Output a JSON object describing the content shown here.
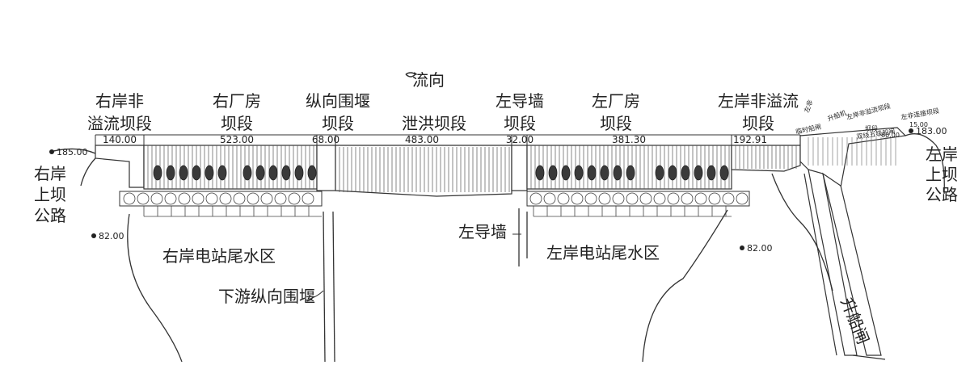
{
  "flow_label": "流向",
  "sections": [
    {
      "line1": "右岸非",
      "line2": "溢流坝段",
      "length": "140.00"
    },
    {
      "line1": "右厂房",
      "line2": "坝段",
      "length": "523.00"
    },
    {
      "line1": "纵向围堰",
      "line2": "坝段",
      "length": "68.00"
    },
    {
      "line1": "",
      "line2": "泄洪坝段",
      "length": "483.00"
    },
    {
      "line1": "左导墙",
      "line2": "坝段",
      "length": "32.00"
    },
    {
      "line1": "左厂房",
      "line2": "坝段",
      "length": "381.30"
    },
    {
      "line1": "左岸非溢流",
      "line2": "坝段",
      "length": "192.91"
    }
  ],
  "small_labels": {
    "a": "临时船闸",
    "b": "升船机",
    "c": "左岸非溢流坝段",
    "d": "左非",
    "e": "坝段",
    "f": "双线五级船闸",
    "g": "60.00",
    "h": "15.00",
    "i": "左非连接坝段"
  },
  "elevations": {
    "left_top": "185.00",
    "right_top": "183.00",
    "left_low": "82.00",
    "right_low": "82.00"
  },
  "roads": {
    "right_bank": [
      "右岸",
      "上坝",
      "公路"
    ],
    "left_bank": [
      "左岸",
      "上坝",
      "公路"
    ]
  },
  "area_labels": {
    "right_tailwater": "右岸电站尾水区",
    "left_tailwater": "左岸电站尾水区",
    "downstream_cofferdam": "下游纵向围堰",
    "left_guide_wall": "左导墙",
    "ship_lock": "升船闸"
  }
}
